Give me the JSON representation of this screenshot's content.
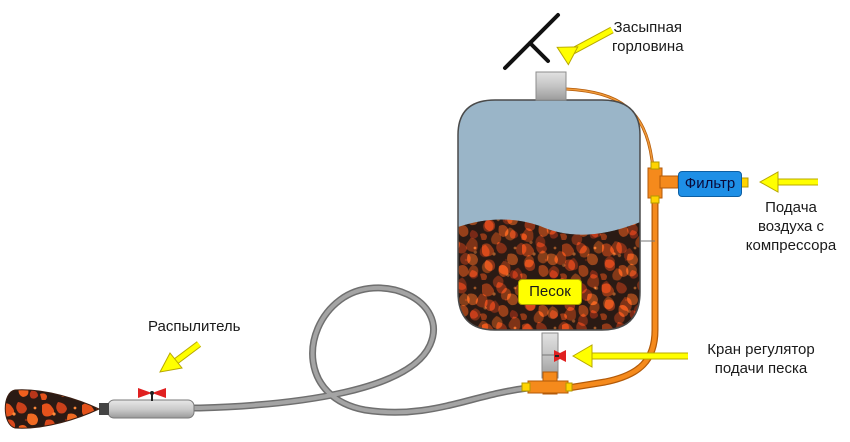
{
  "labels": {
    "fill_neck": [
      "Засыпная",
      "горловина"
    ],
    "filter": "Фильтр",
    "air_supply": [
      "Подача",
      "воздуха с",
      "компрессора"
    ],
    "sand": "Песок",
    "valve": [
      "Кран регулятор",
      "подачи песка"
    ],
    "sprayer": "Распылитель"
  },
  "colors": {
    "tank_air": "#9ab5c8",
    "tank_outline": "#4a4a4a",
    "sand_dark": "#2a1a14",
    "sand_orange": "#e4521b",
    "hose_orange": "#f07d12",
    "hose_gray": "#8d8d8d",
    "arrow_yellow": "#ffff00",
    "filter_blue": "#1e8fe6",
    "valve_red": "#e02020"
  }
}
